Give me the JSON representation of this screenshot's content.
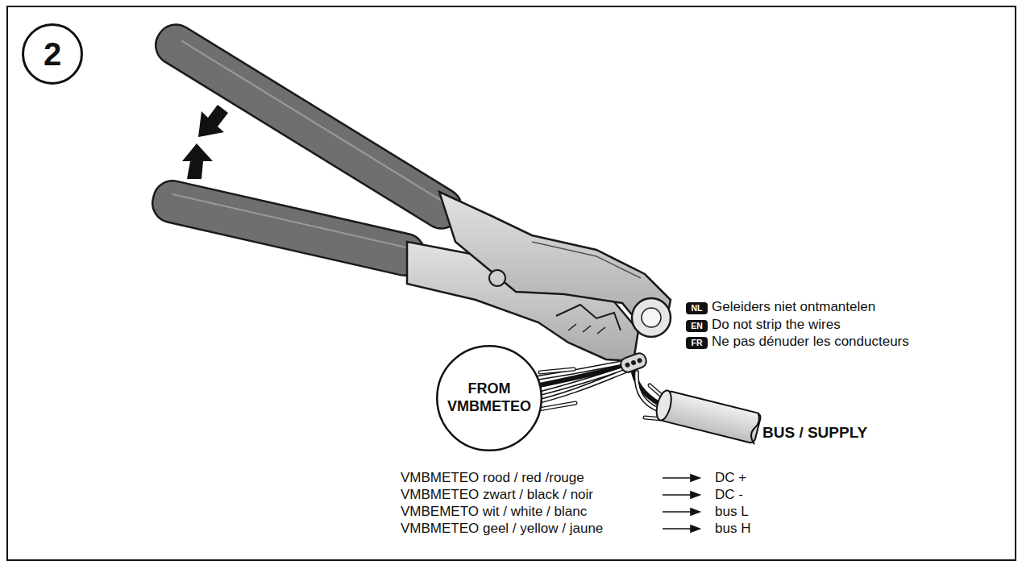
{
  "diagram": {
    "nodes": [
      {
        "text": [
          "2"
        ]
      },
      {
        "text": [
          "NL"
        ]
      },
      {
        "text": [
          "EN"
        ]
      },
      {
        "text": [
          "FR"
        ]
      },
      {
        "text": [
          "FROM VMBMETEO"
        ]
      }
    ],
    "labels": [
      "Geleiders niet ontmantelen",
      "Do not strip the wires",
      "Ne pas dénuder les conducteurs",
      "BUS / SUPPLY",
      "VMBMETEO rood / red /rouge",
      "DC +",
      "VMBMETEO zwart / black / noir",
      "DC -",
      "VMBEMETO wit / white / blanc",
      "bus L",
      "VMBMETEO geel / yellow / jaune",
      "bus H"
    ]
  }
}
